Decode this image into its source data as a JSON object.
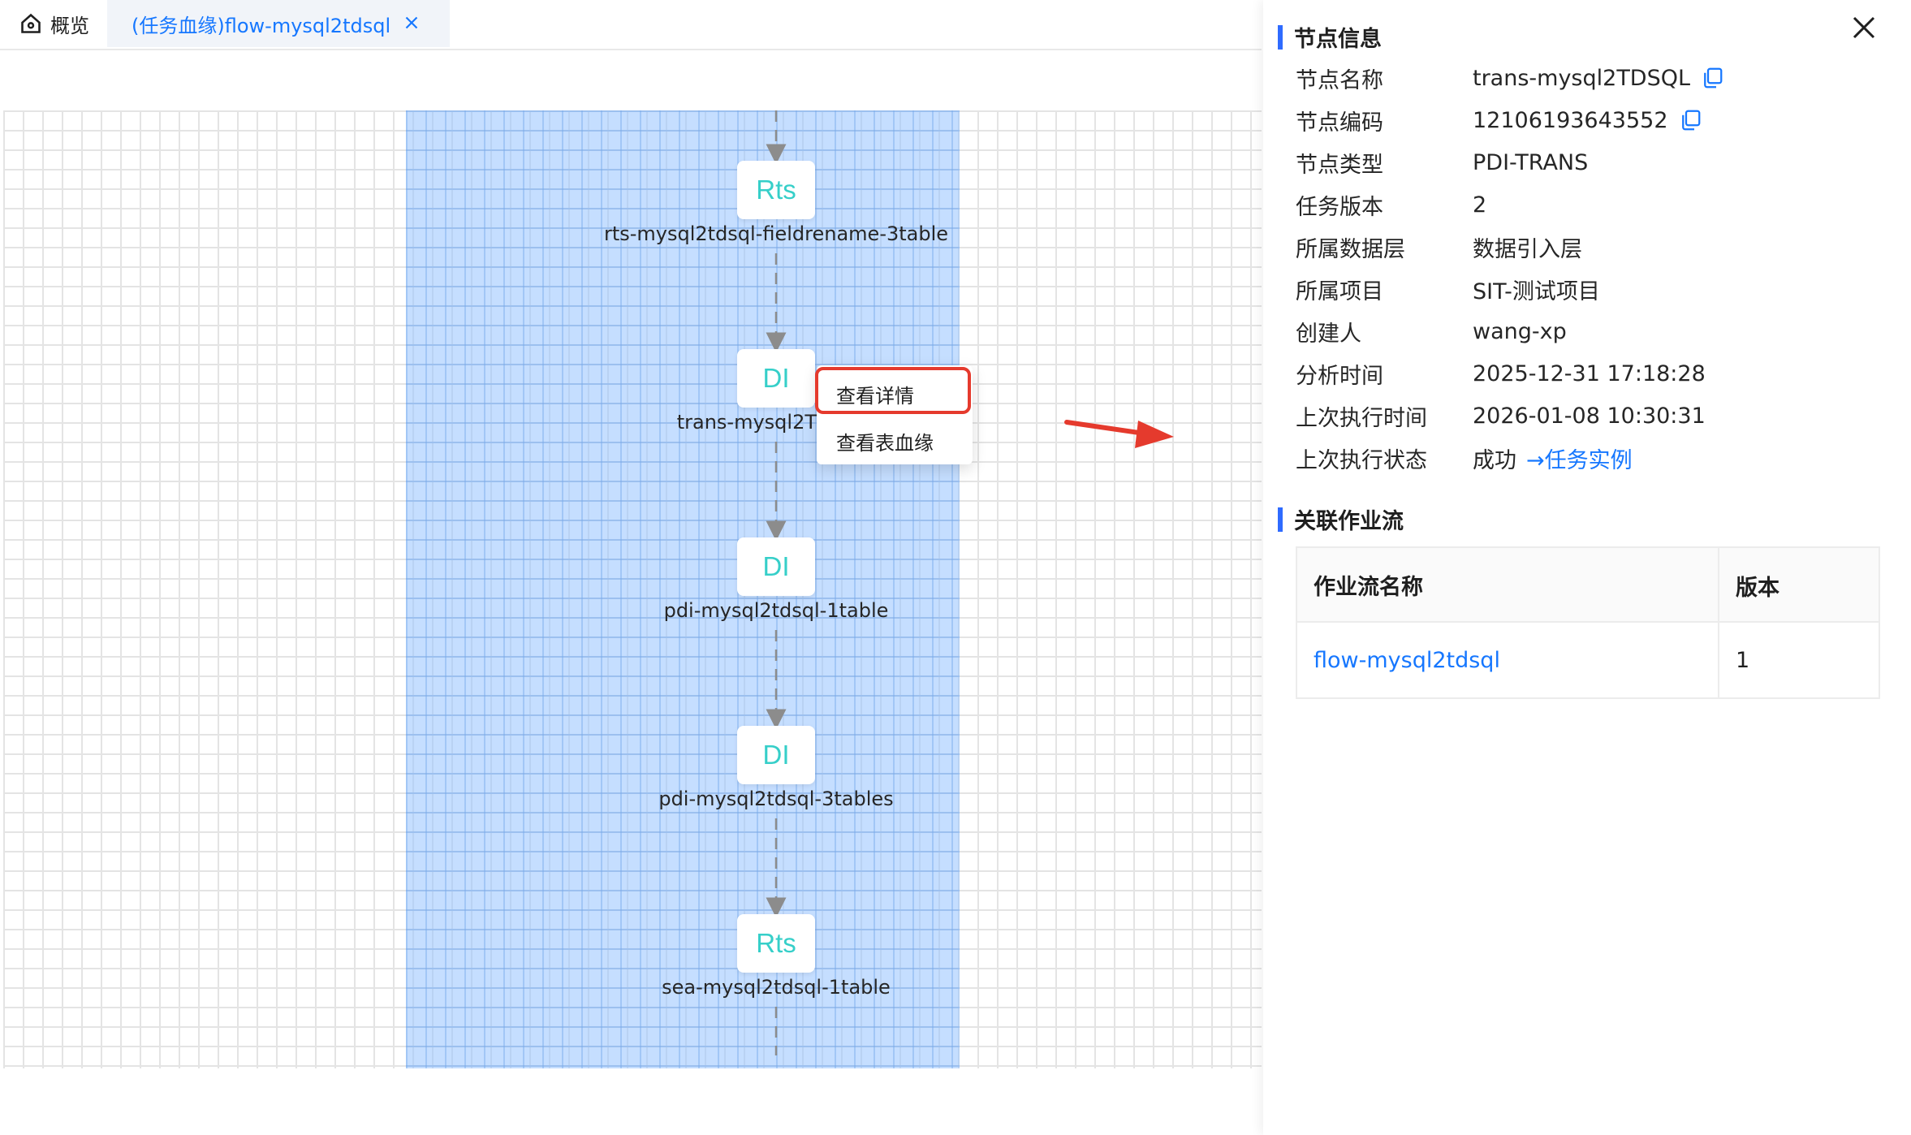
{
  "tabs": {
    "home_label": "概览",
    "active_label": "(任务血缘)flow-mysql2tdsql"
  },
  "graph": {
    "nodes": [
      {
        "type": "Rts",
        "name": "rts-mysql2tdsql-fieldrename-3table"
      },
      {
        "type": "DI",
        "name": "trans-mysql2T"
      },
      {
        "type": "DI",
        "name": "pdi-mysql2tdsql-1table"
      },
      {
        "type": "DI",
        "name": "pdi-mysql2tdsql-3tables"
      },
      {
        "type": "Rts",
        "name": "sea-mysql2tdsql-1table"
      }
    ],
    "context_menu": [
      "查看详情",
      "查看表血缘"
    ]
  },
  "panel": {
    "node_info_title": "节点信息",
    "fields": [
      {
        "label": "节点名称",
        "value": "trans-mysql2TDSQL"
      },
      {
        "label": "节点编码",
        "value": "12106193643552"
      },
      {
        "label": "节点类型",
        "value": "PDI-TRANS"
      },
      {
        "label": "任务版本",
        "value": "2"
      },
      {
        "label": "所属数据层",
        "value": "数据引入层"
      },
      {
        "label": "所属项目",
        "value": "SIT-测试项目"
      },
      {
        "label": "创建人",
        "value": "wang-xp"
      },
      {
        "label": "分析时间",
        "value": "2025-12-31 17:18:28"
      },
      {
        "label": "上次执行时间",
        "value": "2026-01-08 10:30:31"
      },
      {
        "label": "上次执行状态",
        "value": "成功",
        "link": "→任务实例"
      }
    ],
    "related_title": "关联作业流",
    "table": {
      "headers": [
        "作业流名称",
        "版本"
      ],
      "rows": [
        [
          "flow-mysql2tdsql",
          "1"
        ]
      ]
    }
  },
  "colors": {
    "accent": "#1677ff",
    "node_text": "#36cfc9",
    "selection": "#96c3ff",
    "annotation_red": "#e53a2d"
  }
}
